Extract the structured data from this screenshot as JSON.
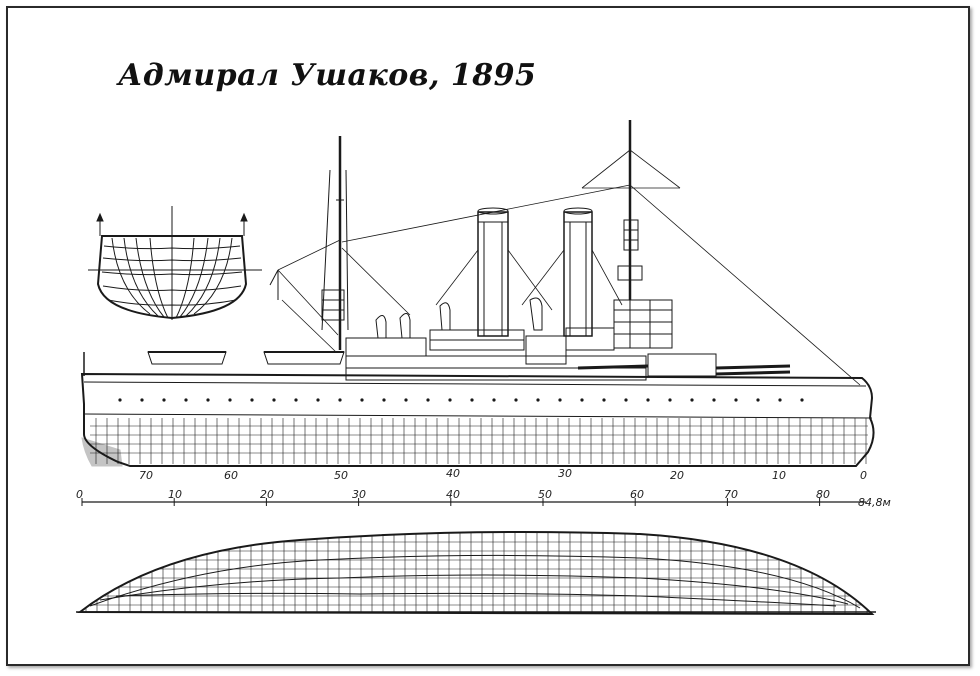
{
  "title": "Адмирал Ушаков, 1895",
  "colors": {
    "ink": "#1a1a1a",
    "paper": "#ffffff",
    "frame": "#2a2a2a"
  },
  "frame_scale_labels": [
    "70",
    "60",
    "50",
    "40",
    "30",
    "20",
    "10",
    "0"
  ],
  "meter_scale_labels": [
    "0",
    "10",
    "20",
    "30",
    "40",
    "50",
    "60",
    "70",
    "80",
    "84,8м"
  ]
}
